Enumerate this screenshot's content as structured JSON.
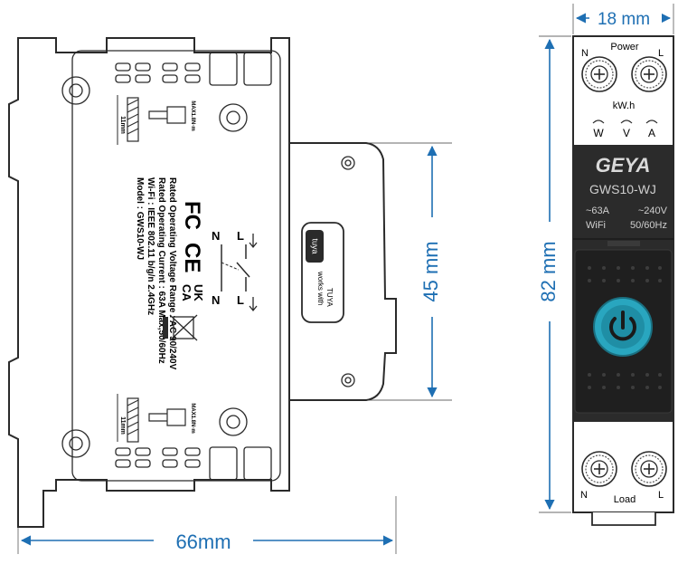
{
  "dimensions": {
    "width_back": "66mm",
    "height_front": "82 mm",
    "width_front": "18 mm",
    "height_back": "45 mm"
  },
  "back_label": {
    "model": "Model : GWS10-WJ",
    "wifi": "Wi-Fi : IEEE 802.11 b/g/n 2.4GHz",
    "current": "Rated Operating Current : 63A Max,50/60Hz",
    "voltage": "Rated Operating Voltage Range : AC 90/240V",
    "fc": "FC",
    "ce": "CE",
    "ukca_top": "UK",
    "ukca_bottom": "CA",
    "torque": "MAX1.8N·m",
    "strip": "11mm",
    "terminal_n_top": "N",
    "terminal_l_top": "L",
    "terminal_n_bottom": "N",
    "terminal_l_bottom": "L",
    "tuya_logo": "tuya",
    "works_with": "works with",
    "tuya_name": "TUYA"
  },
  "front": {
    "power_label": "Power",
    "n_top": "N",
    "l_top": "L",
    "kwh": "kW.h",
    "w": "W",
    "v": "V",
    "a": "A",
    "brand": "GEYA",
    "model": "GWS10-WJ",
    "current": "~63A",
    "voltage": "~240V",
    "wifi": "WiFi",
    "freq": "50/60Hz",
    "load_label": "Load",
    "n_bottom": "N",
    "l_bottom": "L"
  },
  "colors": {
    "dimension": "#1e6fb3",
    "panel_dark": "#2b2b2b",
    "button_teal": "#29a6bf"
  }
}
